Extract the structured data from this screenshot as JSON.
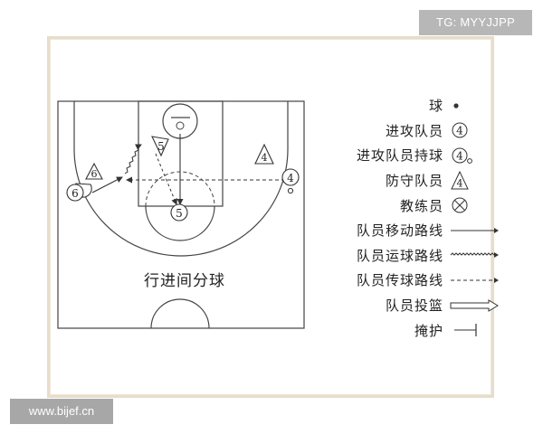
{
  "court": {
    "caption": "行进间分球",
    "players": [
      {
        "id": "p6",
        "label": "6"
      },
      {
        "id": "d6",
        "label": "6"
      },
      {
        "id": "p5-top",
        "label": "5"
      },
      {
        "id": "p5-bottom",
        "label": "5"
      },
      {
        "id": "d4",
        "label": "4"
      },
      {
        "id": "p4",
        "label": "4"
      }
    ]
  },
  "legend": [
    {
      "id": "ball",
      "label": "球",
      "symbol": "dot"
    },
    {
      "id": "offense-player",
      "label": "进攻队员",
      "symbol": "circled-number",
      "value": "4"
    },
    {
      "id": "offense-ball",
      "label": "进攻队员持球",
      "symbol": "circled-number-ball",
      "value": "4"
    },
    {
      "id": "defense-player",
      "label": "防守队员",
      "symbol": "triangle-number",
      "value": "4"
    },
    {
      "id": "coach",
      "label": "教练员",
      "symbol": "circled-x"
    },
    {
      "id": "move",
      "label": "队员移动路线",
      "symbol": "solid-arrow"
    },
    {
      "id": "dribble",
      "label": "队员运球路线",
      "symbol": "wavy-arrow"
    },
    {
      "id": "pass",
      "label": "队员传球路线",
      "symbol": "dashed-arrow"
    },
    {
      "id": "shot",
      "label": "队员投篮",
      "symbol": "double-arrow"
    },
    {
      "id": "screen",
      "label": "掩护",
      "symbol": "screen-bar"
    }
  ],
  "watermarks": {
    "top_right": "TG: MYYJJPP",
    "bottom_left": "www.bijef.cn"
  },
  "colors": {
    "line": "#333333",
    "frame": "#e7ddcb",
    "badge_dark": "#b7b7b7",
    "badge_light": "#a7a7a7"
  }
}
